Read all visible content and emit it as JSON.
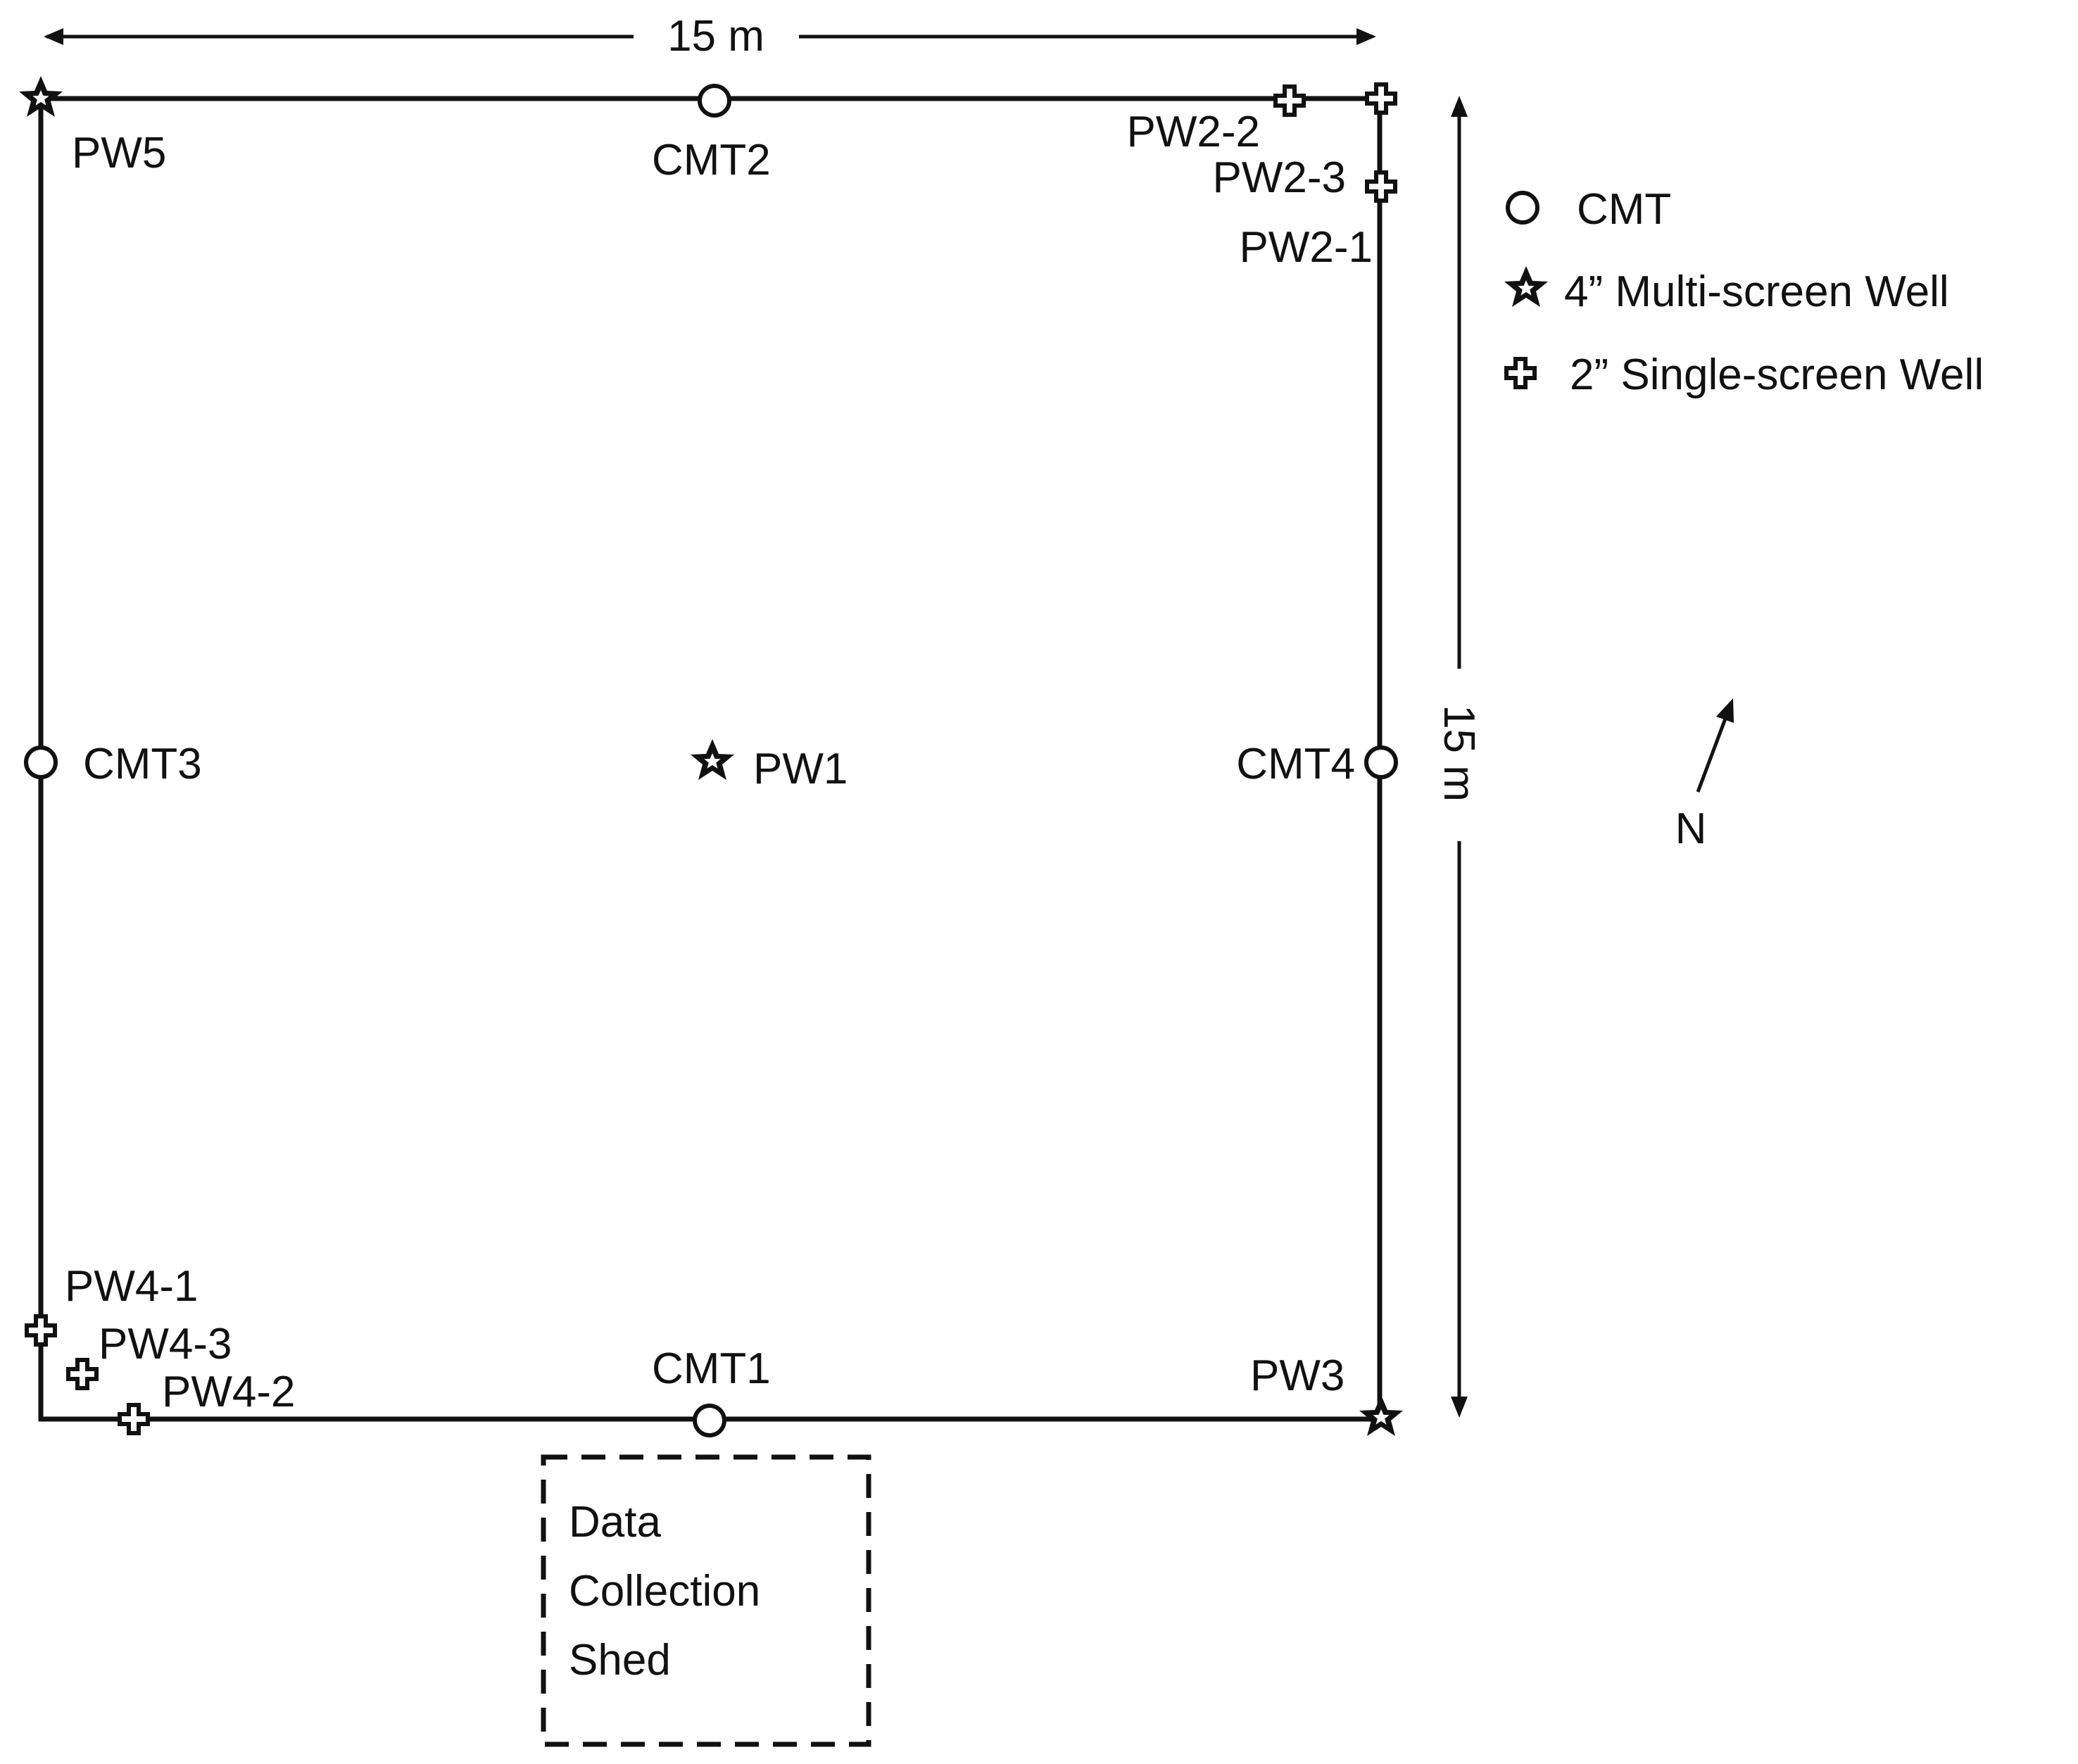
{
  "dimensions": {
    "width_label": "15 m",
    "height_label": "15 m"
  },
  "wells": {
    "pw1": "PW1",
    "pw3": "PW3",
    "pw5": "PW5",
    "pw2_1": "PW2-1",
    "pw2_2": "PW2-2",
    "pw2_3": "PW2-3",
    "pw4_1": "PW4-1",
    "pw4_2": "PW4-2",
    "pw4_3": "PW4-3"
  },
  "cmts": {
    "cmt1": "CMT1",
    "cmt2": "CMT2",
    "cmt3": "CMT3",
    "cmt4": "CMT4"
  },
  "legend": {
    "cmt": "CMT",
    "multi_screen": "4” Multi-screen Well",
    "single_screen": "2” Single-screen Well"
  },
  "north": "N",
  "shed": {
    "line1": "Data",
    "line2": "Collection",
    "line3": "Shed"
  }
}
